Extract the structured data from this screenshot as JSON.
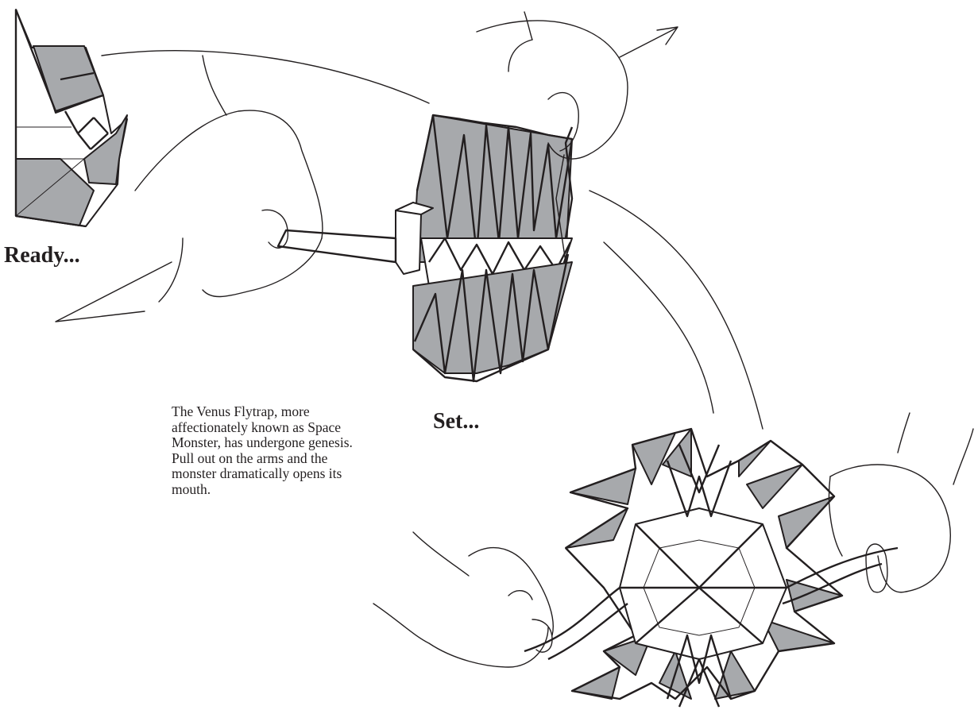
{
  "labels": {
    "ready": "Ready...",
    "set": "Set..."
  },
  "caption": "The Venus Flytrap, more affectionately known as Space Monster, has undergone genesis. Pull out on the arms and the monster dramatically opens its mouth.",
  "colors": {
    "line": "#231f20",
    "paper_shade": "#a7a9ac",
    "paper_white": "#ffffff"
  }
}
